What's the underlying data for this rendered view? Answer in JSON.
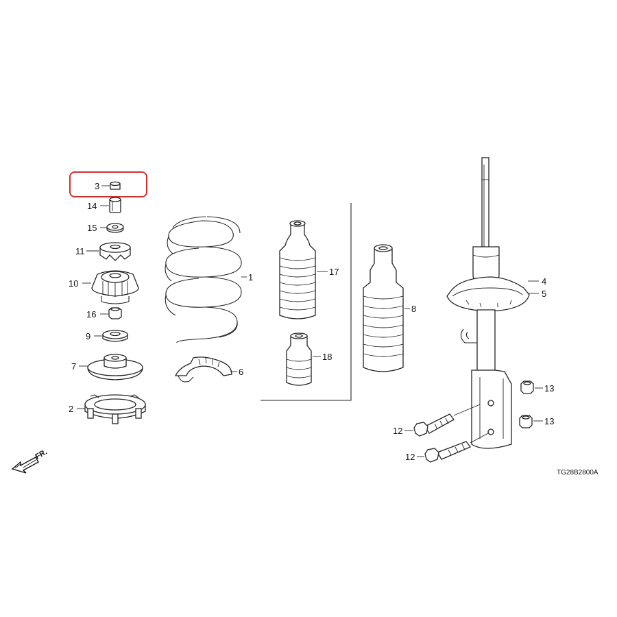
{
  "diagram": {
    "callouts": [
      {
        "id": "c3",
        "text": "3"
      },
      {
        "id": "c14",
        "text": "14"
      },
      {
        "id": "c15",
        "text": "15"
      },
      {
        "id": "c11",
        "text": "11"
      },
      {
        "id": "c10",
        "text": "10"
      },
      {
        "id": "c16",
        "text": "16"
      },
      {
        "id": "c9",
        "text": "9"
      },
      {
        "id": "c7",
        "text": "7"
      },
      {
        "id": "c2",
        "text": "2"
      },
      {
        "id": "c1",
        "text": "1"
      },
      {
        "id": "c6",
        "text": "6"
      },
      {
        "id": "c17",
        "text": "17"
      },
      {
        "id": "c18",
        "text": "18"
      },
      {
        "id": "c8",
        "text": "8"
      },
      {
        "id": "c4",
        "text": "4"
      },
      {
        "id": "c5",
        "text": "5"
      },
      {
        "id": "c13a",
        "text": "13"
      },
      {
        "id": "c13b",
        "text": "13"
      },
      {
        "id": "c12a",
        "text": "12"
      },
      {
        "id": "c12b",
        "text": "12"
      }
    ],
    "front_label": "FR.",
    "diagram_code": "TG28B2800A",
    "highlight_color": "#d32f2f"
  }
}
